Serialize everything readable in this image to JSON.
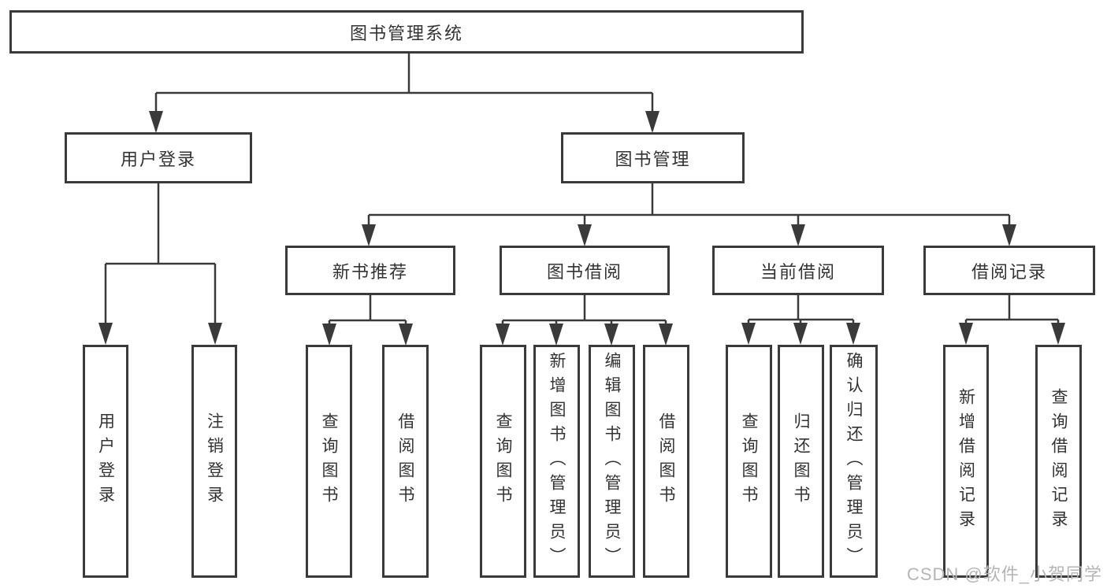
{
  "diagram": {
    "title_node": {
      "label": "图书管理系统"
    },
    "level2": [
      {
        "label": "用户登录"
      },
      {
        "label": "图书管理"
      }
    ],
    "level3": [
      {
        "label": "新书推荐"
      },
      {
        "label": "图书借阅"
      },
      {
        "label": "当前借阅"
      },
      {
        "label": "借阅记录"
      }
    ],
    "leaves": [
      {
        "label": "用户登录"
      },
      {
        "label": "注销登录"
      },
      {
        "label": "查询图书"
      },
      {
        "label": "借阅图书"
      },
      {
        "label": "查询图书"
      },
      {
        "label": "新增图书（管理员）"
      },
      {
        "label": "编辑图书（管理员）"
      },
      {
        "label": "借阅图书"
      },
      {
        "label": "查询图书"
      },
      {
        "label": "归还图书"
      },
      {
        "label": "确认归还（管理员）"
      },
      {
        "label": "新增借阅记录"
      },
      {
        "label": "查询借阅记录"
      }
    ],
    "watermark": "CSDN @软件_小贺同学",
    "colors": {
      "line": "#3a3a3a",
      "text": "#333333",
      "background": "#ffffff",
      "watermark": "#b5b5b5"
    }
  }
}
